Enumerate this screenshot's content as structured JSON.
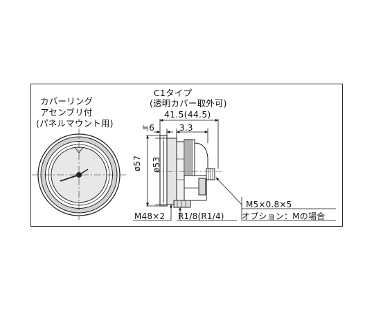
{
  "left_label": {
    "line1": "カバーリング",
    "line2": "アセンブリ付",
    "line3": "(パネルマウント用)"
  },
  "right_header": {
    "type": "C1タイプ",
    "note": "(透明カバー取外可)",
    "length": "41.5(44.5)"
  },
  "dims": {
    "approx6": "≒6",
    "d3_3": "3.3",
    "d57": "ø57",
    "d53": "ø53",
    "thread": "M48×2",
    "port": "R1/8(R1/4)"
  },
  "callout": {
    "screw": "M5×0.8×5",
    "option": "オプション：Mの場合"
  }
}
